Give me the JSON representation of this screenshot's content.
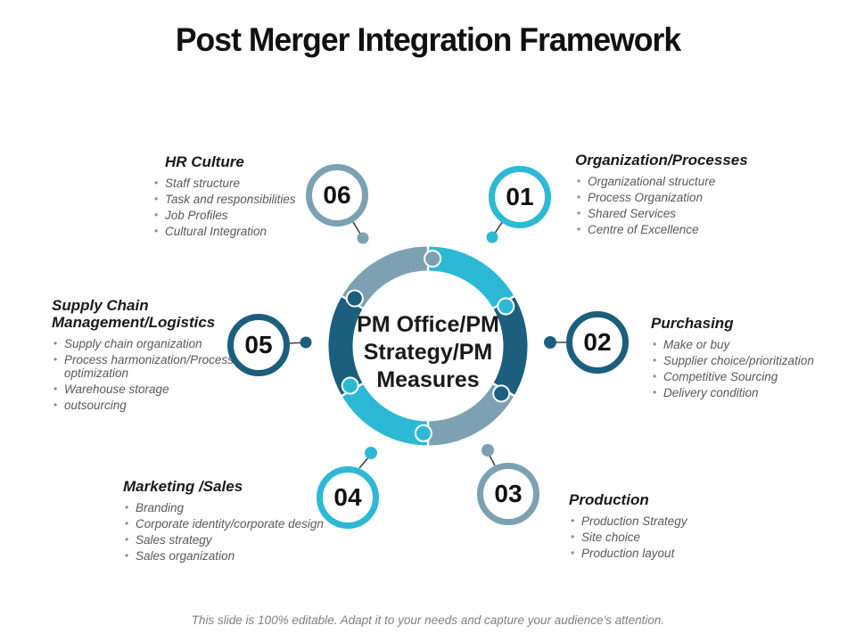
{
  "slide": {
    "title": "Post Merger Integration Framework",
    "center_label": "PM Office/PM Strategy/PM Measures",
    "footer": "This slide is 100% editable. Adapt it to your needs and capture your audience's attention."
  },
  "colors": {
    "cyan": "#2cb9d5",
    "dark_teal": "#1b5e7d",
    "steel_blue": "#7ba1b3",
    "connector": "#444444",
    "heading_text": "#1a1a1a",
    "bullet_text": "#595959",
    "footer_text": "#808080"
  },
  "sections": [
    {
      "number": "01",
      "title": "Organization/Processes",
      "color_name": "cyan",
      "bullets": [
        "Organizational structure",
        "Process Organization",
        "Shared Services",
        "Centre of Excellence"
      ]
    },
    {
      "number": "02",
      "title": "Purchasing",
      "color_name": "dark_teal",
      "bullets": [
        "Make or buy",
        "Supplier choice/prioritization",
        "Competitive Sourcing",
        "Delivery condition"
      ]
    },
    {
      "number": "03",
      "title": "Production",
      "color_name": "steel_blue",
      "bullets": [
        "Production Strategy",
        "Site choice",
        "Production layout"
      ]
    },
    {
      "number": "04",
      "title": "Marketing /Sales",
      "color_name": "cyan",
      "bullets": [
        "Branding",
        "Corporate identity/corporate design",
        "Sales strategy",
        "Sales organization"
      ]
    },
    {
      "number": "05",
      "title": "Supply Chain Management/Logistics",
      "color_name": "dark_teal",
      "bullets": [
        "Supply chain organization",
        "Process harmonization/Process optimization",
        "Warehouse storage",
        "outsourcing"
      ]
    },
    {
      "number": "06",
      "title": "HR Culture",
      "color_name": "steel_blue",
      "bullets": [
        "Staff structure",
        "Task and responsibilities",
        "Job Profiles",
        "Cultural Integration"
      ]
    }
  ]
}
